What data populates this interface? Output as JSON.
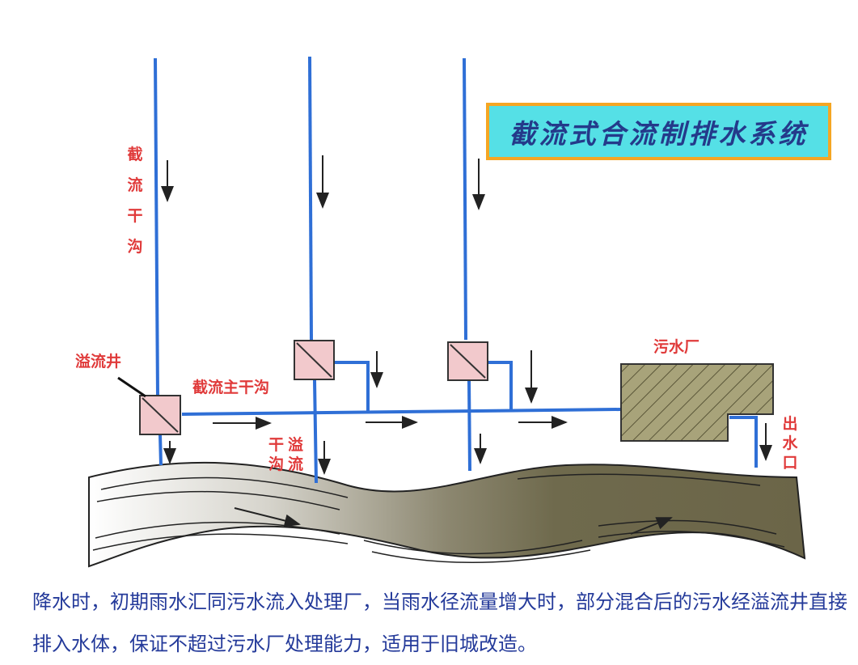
{
  "title": "截流式合流制排水系统",
  "labels": {
    "intercept_branch": "截流干沟",
    "overflow_well": "溢流井",
    "main_interceptor": "截流主干沟",
    "trunk_overflow_1": "干沟",
    "trunk_overflow_2": "溢流",
    "sewage_plant": "污水厂",
    "outfall": "出水口"
  },
  "caption": "降水时，初期雨水汇同污水流入处理厂，当雨水径流量增大时，部分混合后的污水经溢流井直接排入水体，保证不超过污水厂处理能力，适用于旧城改造。",
  "colors": {
    "pipe": "#2f6fd6",
    "title_bg": "#55e0e6",
    "title_border": "#f5a623",
    "label_red": "#e03a3a",
    "caption_blue": "#243a9a",
    "well_fill": "#f2c9cc",
    "plant_fill": "#a8a37a",
    "river_dark": "#6b6548"
  }
}
